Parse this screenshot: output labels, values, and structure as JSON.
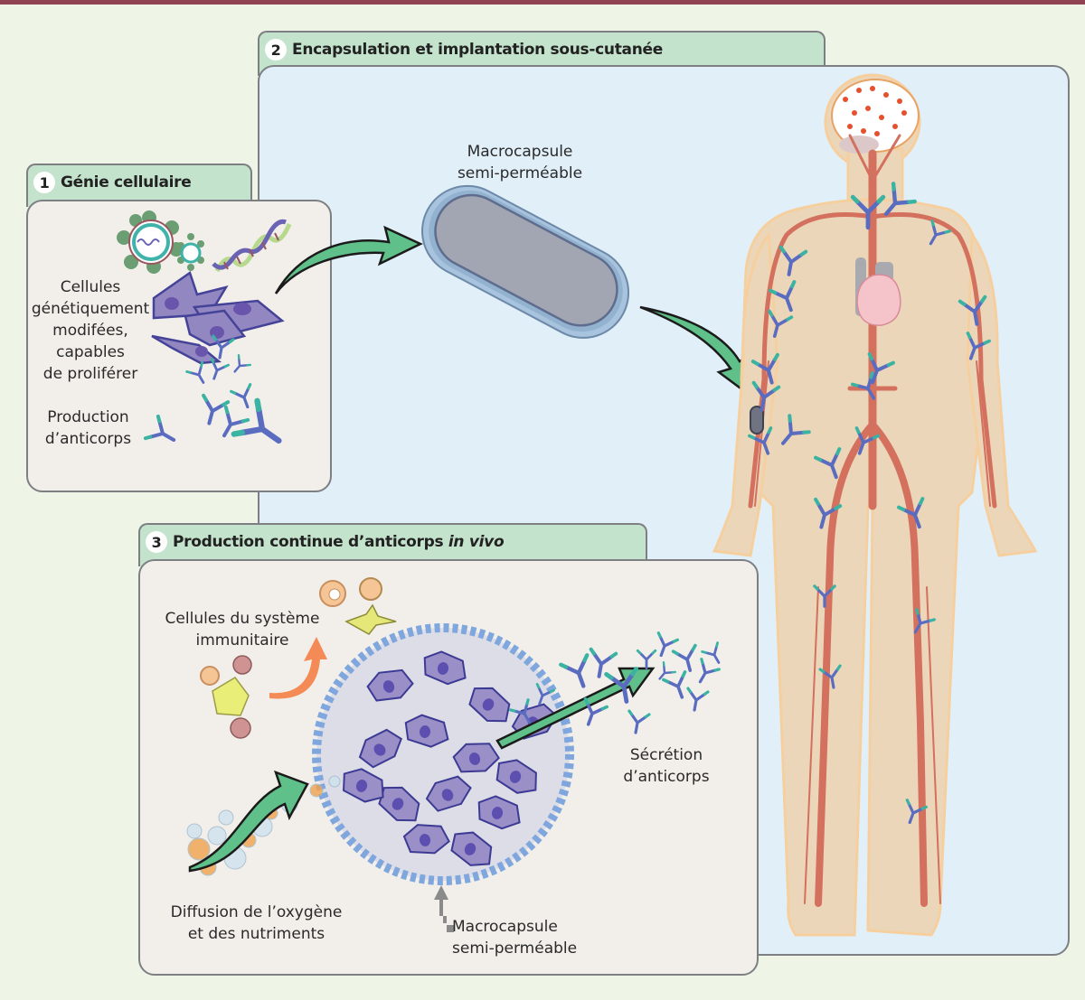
{
  "sections": {
    "genie": {
      "number": "1",
      "title": "Génie cellulaire"
    },
    "encapsulation": {
      "number": "2",
      "title": "Encapsulation et implantation sous-cutanée"
    },
    "production": {
      "number": "3",
      "title_main": "Production continue d’anticorps ",
      "title_italic": "in vivo"
    }
  },
  "labels": {
    "cells_modified": [
      "Cellules",
      "génétiquement",
      "modifées,",
      "capables",
      "de proliférer"
    ],
    "antibody_production": [
      "Production",
      "d’anticorps"
    ],
    "macrocapsule_top": [
      "Macrocapsule",
      "semi-perméable"
    ],
    "immune_cells": [
      "Cellules du système",
      "immunitaire"
    ],
    "secretion": [
      "Sécrétion",
      "d’anticorps"
    ],
    "diffusion": [
      "Diffusion de l’oxygène",
      "et des nutriments"
    ],
    "macrocapsule_bottom": [
      "Macrocapsule",
      "semi-perméable"
    ]
  },
  "colors": {
    "header_bar": "#8f4352",
    "page_bg": "#eef5e7",
    "tab_green": "#c4e3cc",
    "panel_blue": "#e1eff9",
    "panel_beige": "#f2efea",
    "arrow_green": "#5fc08a",
    "artery": "#d3705e",
    "skin": "#ecd6b9",
    "cell_purple": "#6d5fae",
    "antibody_blue": "#5a6cc0",
    "antibody_teal": "#3bb3a3"
  }
}
